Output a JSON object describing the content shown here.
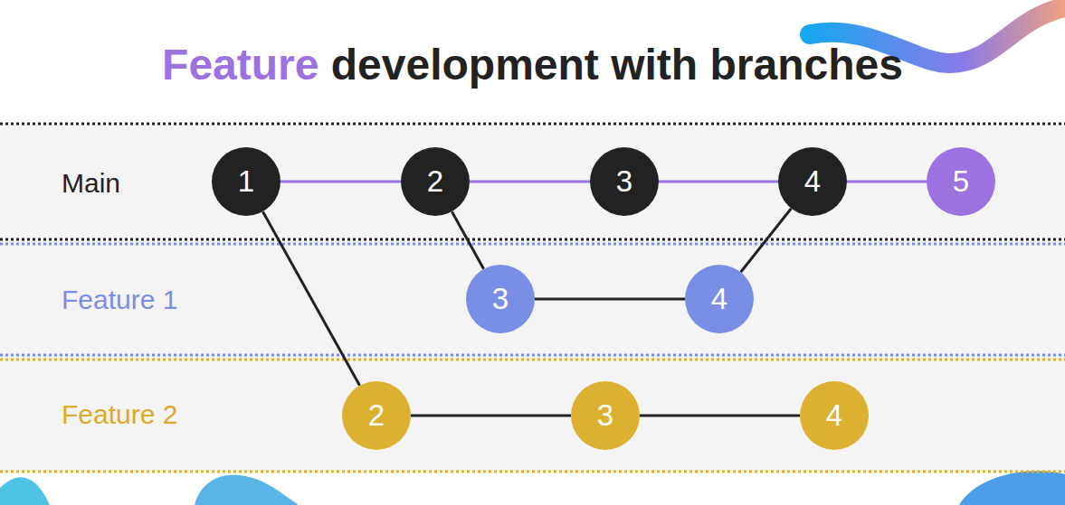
{
  "diagram": {
    "title": "Feature development with branches",
    "nodes": [
      {
        "text": [
          "Main"
        ]
      },
      {
        "text": [
          "1"
        ],
        "in": 0
      },
      {
        "text": [
          "2"
        ],
        "in": 0
      },
      {
        "text": [
          "3"
        ],
        "in": 0
      },
      {
        "text": [
          "4"
        ],
        "in": 0
      },
      {
        "text": [
          "5"
        ],
        "in": 0
      },
      {
        "text": [
          "Feature 1"
        ]
      },
      {
        "text": [
          "3"
        ],
        "in": 6
      },
      {
        "text": [
          "4"
        ],
        "in": 6
      },
      {
        "text": [
          "Feature 2"
        ]
      },
      {
        "text": [
          "2"
        ],
        "in": 9
      },
      {
        "text": [
          "3"
        ],
        "in": 9
      },
      {
        "text": [
          "4"
        ],
        "in": 9
      }
    ],
    "edges": [
      {
        "from": 1,
        "to": 2,
        "arrow": "none"
      },
      {
        "from": 2,
        "to": 3,
        "arrow": "none"
      },
      {
        "from": 3,
        "to": 4,
        "arrow": "none"
      },
      {
        "from": 4,
        "to": 5,
        "arrow": "none"
      },
      {
        "from": 2,
        "to": 7,
        "arrow": "none"
      },
      {
        "from": 7,
        "to": 8,
        "arrow": "none"
      },
      {
        "from": 8,
        "to": 4,
        "arrow": "none"
      },
      {
        "from": 1,
        "to": 10,
        "arrow": "none"
      },
      {
        "from": 10,
        "to": 11,
        "arrow": "none"
      },
      {
        "from": 11,
        "to": 12,
        "arrow": "none"
      }
    ]
  }
}
